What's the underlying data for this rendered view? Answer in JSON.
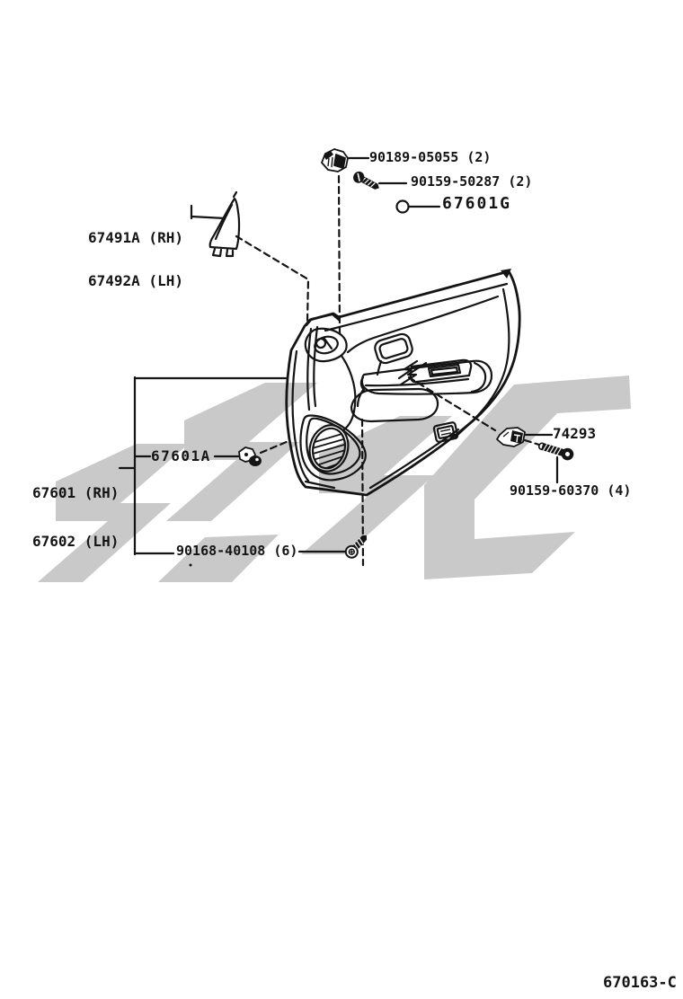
{
  "figure": {
    "code": "670163-C",
    "watermark_color": "#c9c9c9",
    "line_color": "#141414"
  },
  "labels": {
    "clip_top": "90189-05055 (2)",
    "screw_top": "90159-50287 (2)",
    "grommet": "67601G",
    "sail_panel_rh": "67491A (RH)",
    "sail_panel_lh": "67492A (LH)",
    "trim_board_rh": "67601 (RH)",
    "trim_board_lh": "67602 (LH)",
    "board_clip": "67601A",
    "clip_right": "74293",
    "screw_right": "90159-60370 (4)",
    "screw_bottom": "90168-40108 (6)"
  }
}
